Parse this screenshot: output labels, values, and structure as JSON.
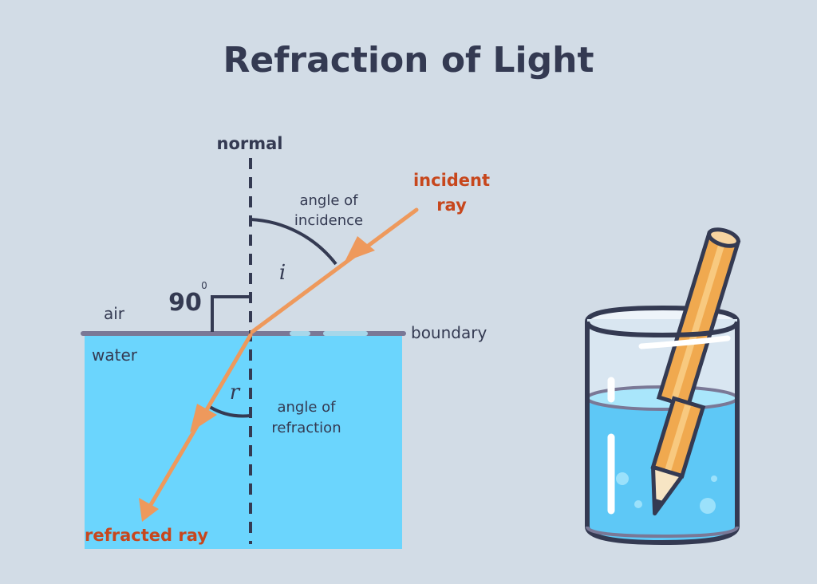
{
  "title": "Refraction of Light",
  "labels": {
    "normal": "normal",
    "incident_ray_line1": "incident",
    "incident_ray_line2": "ray",
    "angle_incidence_line1": "angle of",
    "angle_incidence_line2": "incidence",
    "i_symbol": "i",
    "right_angle_value": "90",
    "right_angle_unit": "0",
    "air": "air",
    "boundary": "boundary",
    "water": "water",
    "r_symbol": "r",
    "angle_refraction_line1": "angle of",
    "angle_refraction_line2": "refraction",
    "refracted_ray": "refracted ray"
  },
  "colors": {
    "background": "#d2dce6",
    "water": "#6bd5fd",
    "ray": "#ee995c",
    "accent_text": "#c7471d",
    "ink": "#343a52",
    "boundary": "#7a7896"
  }
}
